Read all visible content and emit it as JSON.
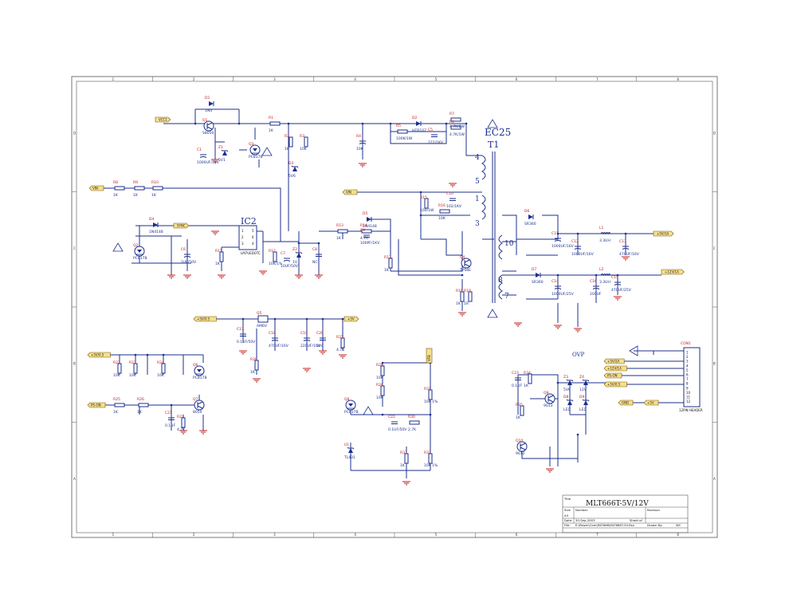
{
  "sheet": {
    "title_label": "Title",
    "title": "MLT666T-5V/12V",
    "size_label": "Size",
    "size": "A3",
    "number_label": "Number",
    "revision_label": "Revision",
    "date_label": "Date:",
    "date": "30-Sep-2003",
    "sheet_label": "Sheet  of",
    "file_label": "File:",
    "file": "E:\\Power\\Com\\MLT666\\MLT666T-5V.Dsn",
    "drawn_by_label": "Drawn By:",
    "drawn_by": "WC",
    "col_ticks": [
      "1",
      "2",
      "3",
      "4",
      "5",
      "6",
      "7",
      "8"
    ],
    "row_ticks": [
      "D",
      "C",
      "B",
      "A"
    ]
  },
  "transformer": {
    "label": "T1",
    "core": "EC25",
    "pins": [
      "4",
      "5",
      "1",
      "3",
      "10",
      "8",
      "7"
    ]
  },
  "ic": {
    "label": "IC2",
    "part": "LM7UEDOTC"
  },
  "ovp_label": "OVP",
  "ports": [
    {
      "name": "vcc1",
      "text": "VCC1"
    },
    {
      "name": "vin",
      "text": "VIN"
    },
    {
      "name": "vin2",
      "text": "VIN"
    },
    {
      "name": "sync",
      "text": "SYNC"
    },
    {
      "name": "out5",
      "text": "+5V/1A"
    },
    {
      "name": "out12",
      "text": "+12V/1A"
    },
    {
      "name": "v5vb",
      "text": "+5V/0.5"
    },
    {
      "name": "v5v",
      "text": "+5V"
    },
    {
      "name": "v5vb2",
      "text": "+5V/0.5"
    },
    {
      "name": "pson",
      "text": "PS-ON"
    },
    {
      "name": "c5v",
      "text": "+5V/2A"
    },
    {
      "name": "c12v",
      "text": "+12V/1A"
    },
    {
      "name": "cpson",
      "text": "PS-ON"
    },
    {
      "name": "c5vsb",
      "text": "+5V/0.5"
    },
    {
      "name": "cgnd",
      "text": "GND"
    },
    {
      "name": "c5v2",
      "text": "+5V"
    },
    {
      "name": "vfb",
      "text": "VFB"
    }
  ],
  "connector": {
    "ref": "CON1",
    "part": "12PIN HEADER",
    "pins": [
      "1",
      "2",
      "3",
      "4",
      "5",
      "6",
      "7",
      "8",
      "9",
      "10",
      "11",
      "12"
    ]
  },
  "parts": [
    {
      "ref": "D1",
      "val": "1N4"
    },
    {
      "ref": "Q1",
      "val": "S8050"
    },
    {
      "ref": "C1",
      "val": "1000UF/16V"
    },
    {
      "ref": "Z1",
      "val": "5V1"
    },
    {
      "ref": "Q3",
      "val": "PC817B"
    },
    {
      "ref": "R1",
      "val": "1K"
    },
    {
      "ref": "R2",
      "val": "1K"
    },
    {
      "ref": "R3",
      "val": "10K"
    },
    {
      "ref": "R4",
      "val": "10K"
    },
    {
      "ref": "C4",
      "val": "1UF"
    },
    {
      "ref": "D2",
      "val": "HER107"
    },
    {
      "ref": "R5",
      "val": "100K/1W"
    },
    {
      "ref": "C5",
      "val": "222/1KV"
    },
    {
      "ref": "R6",
      "val": "4.7K/1W"
    },
    {
      "ref": "R7",
      "val": "4.7K/2W"
    },
    {
      "ref": "D3",
      "val": "5V6"
    },
    {
      "ref": "R8",
      "val": "1K"
    },
    {
      "ref": "R9",
      "val": "1K"
    },
    {
      "ref": "R10",
      "val": "1K"
    },
    {
      "ref": "D4",
      "val": "1N4148"
    },
    {
      "ref": "Q2",
      "val": "PC817B"
    },
    {
      "ref": "C6",
      "val": "1UF/50V"
    },
    {
      "ref": "R11",
      "val": "1K"
    },
    {
      "ref": "R12",
      "val": "10K/1%"
    },
    {
      "ref": "C7",
      "val": "10UF/50V"
    },
    {
      "ref": "Z2",
      "val": "1V"
    },
    {
      "ref": "C8",
      "val": "NC"
    },
    {
      "ref": "R13",
      "val": "1K"
    },
    {
      "ref": "C9",
      "val": "100PF/1KV"
    },
    {
      "ref": "R14",
      "val": "4.7K"
    },
    {
      "ref": "D5",
      "val": "1N4148"
    },
    {
      "ref": "R15",
      "val": "100/1W"
    },
    {
      "ref": "C10",
      "val": "102/1KV"
    },
    {
      "ref": "R16",
      "val": "10K"
    },
    {
      "ref": "R17",
      "val": "1K"
    },
    {
      "ref": "Q4",
      "val": "TPS6E"
    },
    {
      "ref": "R18",
      "val": "1K"
    },
    {
      "ref": "R19",
      "val": "1R"
    },
    {
      "ref": "D6",
      "val": "SR360"
    },
    {
      "ref": "C11",
      "val": "1000UF/16V"
    },
    {
      "ref": "C12",
      "val": "1000UF/16V"
    },
    {
      "ref": "L1",
      "val": "3.3UH"
    },
    {
      "ref": "C13",
      "val": "470UF/16V"
    },
    {
      "ref": "D7",
      "val": "SR360"
    },
    {
      "ref": "C14",
      "val": "1000UF/25V"
    },
    {
      "ref": "L2",
      "val": "3.3UH"
    },
    {
      "ref": "C15",
      "val": "470UF/25V"
    },
    {
      "ref": "C16",
      "val": "100UF"
    },
    {
      "ref": "Q5",
      "val": "AM6V"
    },
    {
      "ref": "C17",
      "val": "0.1UF/50V"
    },
    {
      "ref": "C18",
      "val": "470UF/16V"
    },
    {
      "ref": "C19",
      "val": "220UF/16V"
    },
    {
      "ref": "C20",
      "val": "104"
    },
    {
      "ref": "R20",
      "val": "1K"
    },
    {
      "ref": "R21",
      "val": "4.7K"
    },
    {
      "ref": "Q6",
      "val": "PC817B"
    },
    {
      "ref": "R22",
      "val": "10K"
    },
    {
      "ref": "R23",
      "val": "10K"
    },
    {
      "ref": "R24",
      "val": "10K"
    },
    {
      "ref": "R25",
      "val": "1K"
    },
    {
      "ref": "R26",
      "val": "1K"
    },
    {
      "ref": "Q7",
      "val": "8050"
    },
    {
      "ref": "C21",
      "val": "0.1UF"
    },
    {
      "ref": "R27",
      "val": "4.7K"
    },
    {
      "ref": "U1",
      "val": "TL431"
    },
    {
      "ref": "R28",
      "val": "10K"
    },
    {
      "ref": "R29",
      "val": "10K"
    },
    {
      "ref": "C22",
      "val": "0.1UF/50V"
    },
    {
      "ref": "R30",
      "val": "2.7K"
    },
    {
      "ref": "R31",
      "val": "10K 1%"
    },
    {
      "ref": "R32",
      "val": "10K 1%"
    },
    {
      "ref": "Q8",
      "val": "PC817B"
    },
    {
      "ref": "Z3",
      "val": "5V6"
    },
    {
      "ref": "Z4",
      "val": "12V"
    },
    {
      "ref": "D8",
      "val": "LED"
    },
    {
      "ref": "D9",
      "val": "LED"
    },
    {
      "ref": "R33",
      "val": "1K"
    },
    {
      "ref": "R34",
      "val": "1K"
    },
    {
      "ref": "Q9",
      "val": "9013"
    },
    {
      "ref": "Q10",
      "val": "9012"
    },
    {
      "ref": "C23",
      "val": "0.1UF"
    },
    {
      "ref": "R35",
      "val": "1K"
    }
  ]
}
